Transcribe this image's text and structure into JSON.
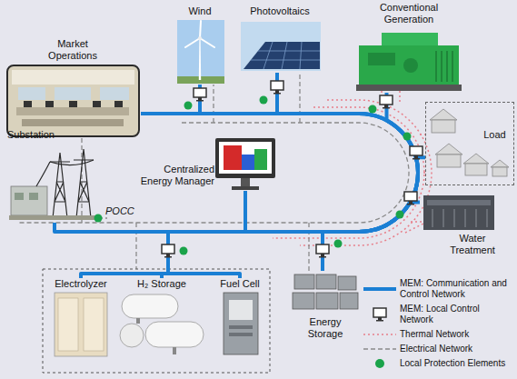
{
  "diagram": {
    "nodes": [
      {
        "text": [
          "Market Operations"
        ]
      },
      {
        "text": [
          "Wind"
        ]
      },
      {
        "text": [
          "Photovoltaics"
        ]
      },
      {
        "text": [
          "Conventional Generation"
        ]
      },
      {
        "text": [
          "Substation"
        ]
      },
      {
        "text": [
          "Centralized Energy Manager"
        ]
      },
      {
        "text": [
          "Load"
        ]
      },
      {
        "text": [
          "Water Treatment"
        ]
      },
      {
        "text": [
          "Electrolyzer"
        ]
      },
      {
        "text": [
          "H₂ Storage"
        ]
      },
      {
        "text": [
          "Fuel Cell"
        ]
      },
      {
        "text": [
          "Energy Storage"
        ]
      }
    ],
    "edges": [
      {
        "from": 5,
        "to": 0,
        "arrow": "none"
      },
      {
        "from": 5,
        "to": 1,
        "arrow": "none"
      },
      {
        "from": 5,
        "to": 2,
        "arrow": "none"
      },
      {
        "from": 5,
        "to": 3,
        "arrow": "none"
      },
      {
        "from": 5,
        "to": 4,
        "arrow": "none"
      },
      {
        "from": 5,
        "to": 6,
        "arrow": "none"
      },
      {
        "from": 5,
        "to": 7,
        "arrow": "none"
      },
      {
        "from": 5,
        "to": 8,
        "arrow": "none"
      },
      {
        "from": 5,
        "to": 9,
        "arrow": "none"
      },
      {
        "from": 5,
        "to": 10,
        "arrow": "none"
      },
      {
        "from": 5,
        "to": 11,
        "arrow": "none"
      }
    ],
    "labels": [
      "POCC"
    ],
    "legend": [
      {
        "text": "MEM: Communication and Control Network"
      },
      {
        "text": "MEM: Local Control Network"
      },
      {
        "text": "Thermal Network"
      },
      {
        "text": "Electrical Network"
      },
      {
        "text": "Local Protection Elements"
      }
    ]
  }
}
